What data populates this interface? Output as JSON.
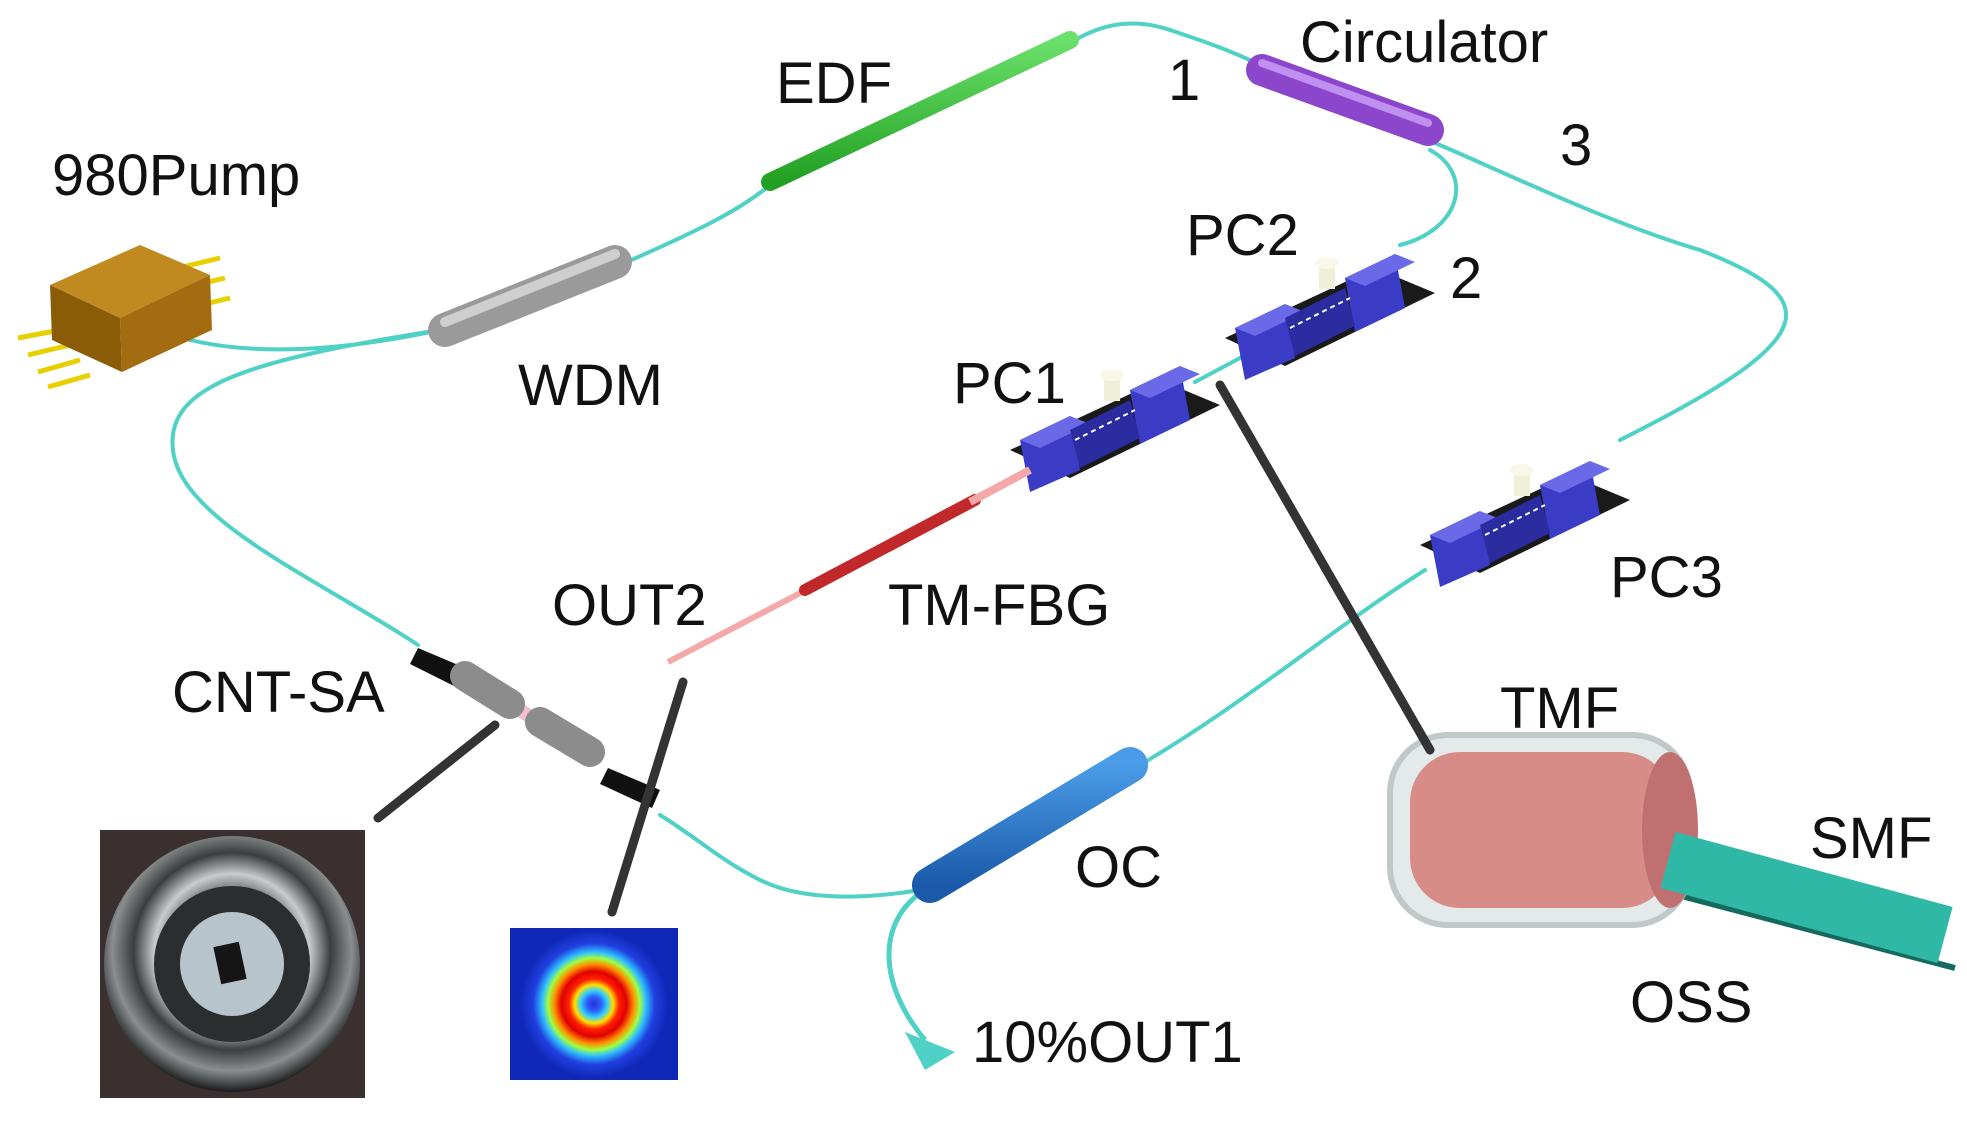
{
  "labels": {
    "edf": "EDF",
    "circulator": "Circulator",
    "port1": "1",
    "port2": "2",
    "port3": "3",
    "pump": "980Pump",
    "wdm": "WDM",
    "pc1": "PC1",
    "pc2": "PC2",
    "pc3": "PC3",
    "out2": "OUT2",
    "tmfbg": "TM-FBG",
    "cntsa": "CNT-SA",
    "tmf": "TMF",
    "smf": "SMF",
    "oc": "OC",
    "oss": "OSS",
    "out1": "10%OUT1"
  },
  "colors": {
    "fiber": "#4fd1c5",
    "edf": "#3cc03c",
    "circulator": "#9a5ad8",
    "wdm": "#a8a8a8",
    "pump_body": "#a0700c",
    "pump_pins": "#e8d000",
    "pc_body": "#3b3cc6",
    "pc_base": "#1a1a1a",
    "fbg": "#c0282a",
    "fbg_fiber": "#f4a8a8",
    "oc": "#2a78c8",
    "tmf_core": "#d88c88",
    "tmf_cladding": "#d0d8d8",
    "smf": "#2fb8a6",
    "leader_line": "#333333"
  },
  "icons": {
    "pump": "laser-diode-icon",
    "pc": "polarization-controller-icon",
    "sa": "fiber-connector-icon",
    "sa_photo": "carbon-nanotube-photo",
    "beam_profile": "donut-mode-profile-image"
  }
}
